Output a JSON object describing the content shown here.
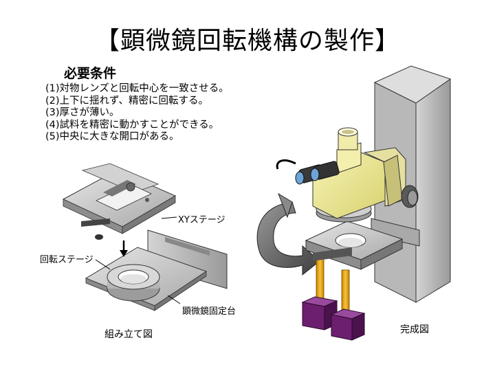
{
  "title": "【顕微鏡回転機構の製作】",
  "requirements": {
    "heading": "必要条件",
    "items": [
      "(1)対物レンズと回転中心を一致させる。",
      "(2)上下に揺れず、精密に回転する。",
      "(3)厚さが薄い。",
      "(4)試料を精密に動かすことができる。",
      "(5)中央に大きな開口がある。"
    ]
  },
  "labels": {
    "xy_stage": "XYステージ",
    "rotation_stage": "回転ステージ",
    "mount": "顕微鏡固定台"
  },
  "captions": {
    "assembly": "組み立て図",
    "completed": "完成図"
  },
  "colors": {
    "stage_gray": "#c8c8c8",
    "microscope_yellow": "#f0ec96",
    "pillar_orange": "#f2a51a",
    "base_purple": "#6b1f6e",
    "arrow_gray": "#7a7a7a"
  }
}
